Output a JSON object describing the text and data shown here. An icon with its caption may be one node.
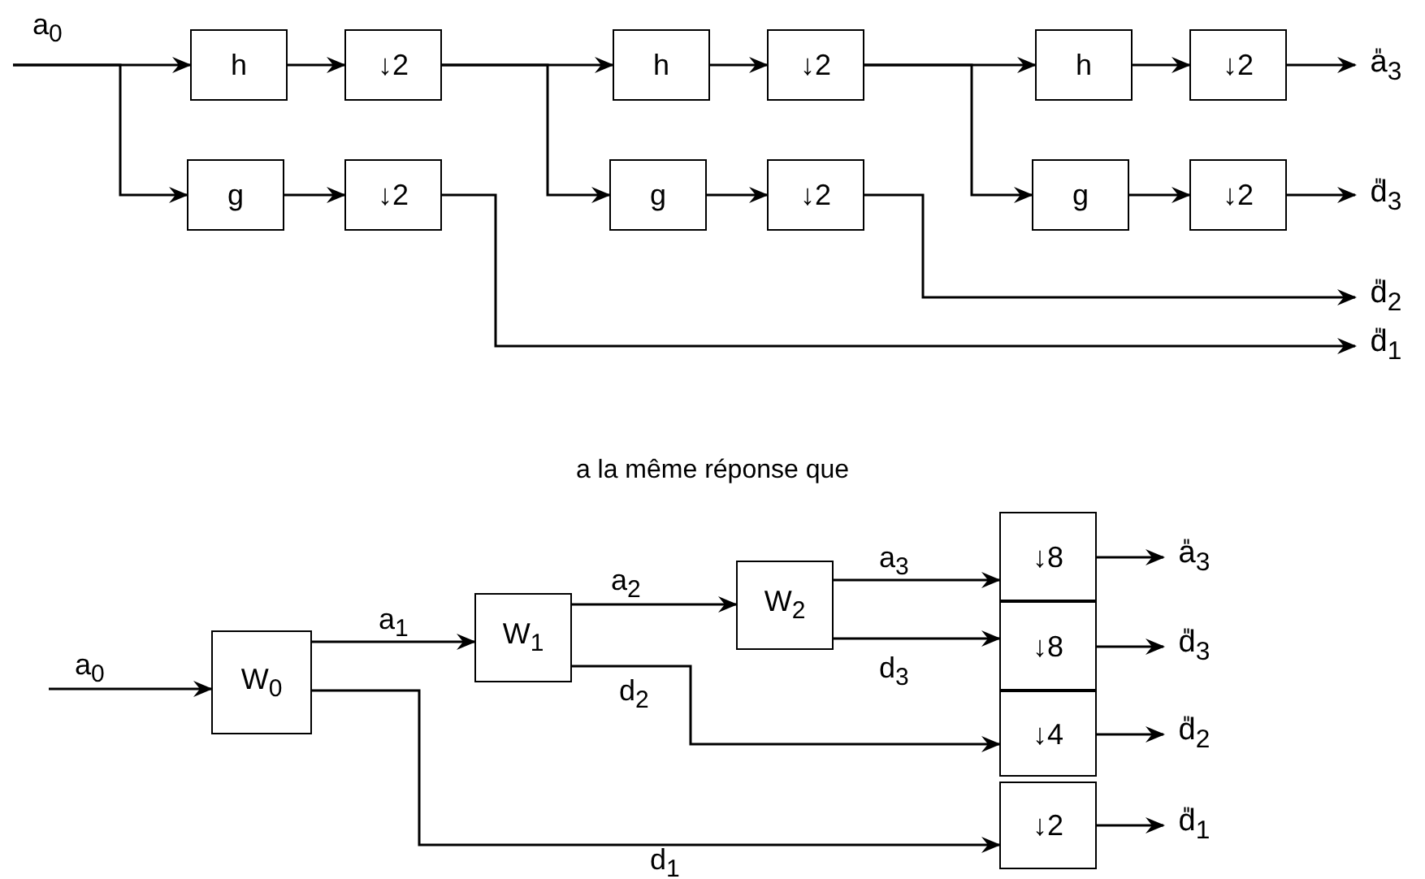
{
  "diagram": {
    "nodes": [
      {
        "text": [
          "h"
        ]
      },
      {
        "text": [
          "↓2"
        ]
      },
      {
        "text": [
          "g"
        ]
      },
      {
        "text": [
          "↓2"
        ]
      },
      {
        "text": [
          "h"
        ]
      },
      {
        "text": [
          "↓2"
        ]
      },
      {
        "text": [
          "g"
        ]
      },
      {
        "text": [
          "↓2"
        ]
      },
      {
        "text": [
          "h"
        ]
      },
      {
        "text": [
          "↓2"
        ]
      },
      {
        "text": [
          "g"
        ]
      },
      {
        "text": [
          "↓2"
        ]
      },
      {
        "text": [
          "a̎$_{3}$"
        ]
      },
      {
        "text": [
          "d̎$_{3}$"
        ]
      },
      {
        "text": [
          "d̎$_{2}$"
        ]
      },
      {
        "text": [
          "d̎$_{1}$"
        ]
      },
      {
        "text": [
          "W$_{0}$"
        ]
      },
      {
        "text": [
          "W$_{1}$"
        ]
      },
      {
        "text": [
          "W$_{2}$"
        ]
      },
      {
        "text": [
          "↓8"
        ]
      },
      {
        "text": [
          "↓8"
        ]
      },
      {
        "text": [
          "↓4"
        ]
      },
      {
        "text": [
          "↓2"
        ]
      },
      {
        "text": [
          "a̎$_{3}$"
        ]
      },
      {
        "text": [
          "d̎$_{3}$"
        ]
      },
      {
        "text": [
          "d̎$_{2}$"
        ]
      },
      {
        "text": [
          "d̎$_{1}$"
        ]
      }
    ],
    "edges": [
      {
        "from": null,
        "to": 0,
        "arrow": "to",
        "label": "a$_{0}$"
      },
      {
        "from": null,
        "to": 2,
        "arrow": "to"
      },
      {
        "from": 0,
        "to": 1,
        "arrow": "to"
      },
      {
        "from": 2,
        "to": 3,
        "arrow": "to"
      },
      {
        "from": 1,
        "to": 4,
        "arrow": "to"
      },
      {
        "from": 1,
        "to": 6,
        "arrow": "to"
      },
      {
        "from": 4,
        "to": 5,
        "arrow": "to"
      },
      {
        "from": 6,
        "to": 7,
        "arrow": "to"
      },
      {
        "from": 5,
        "to": 8,
        "arrow": "to"
      },
      {
        "from": 5,
        "to": 10,
        "arrow": "to"
      },
      {
        "from": 8,
        "to": 9,
        "arrow": "to"
      },
      {
        "from": 10,
        "to": 11,
        "arrow": "to"
      },
      {
        "from": 9,
        "to": 12,
        "arrow": "to"
      },
      {
        "from": 11,
        "to": 13,
        "arrow": "to"
      },
      {
        "from": 7,
        "to": 14,
        "arrow": "to"
      },
      {
        "from": 3,
        "to": 15,
        "arrow": "to"
      },
      {
        "from": null,
        "to": 16,
        "arrow": "to",
        "label": "a$_{0}$"
      },
      {
        "from": 16,
        "to": 17,
        "arrow": "to",
        "label": "a$_{1}$"
      },
      {
        "from": 17,
        "to": 18,
        "arrow": "to",
        "label": "a$_{2}$"
      },
      {
        "from": 18,
        "to": 19,
        "arrow": "to",
        "label": "a$_{3}$"
      },
      {
        "from": 18,
        "to": 20,
        "arrow": "to",
        "label": "d$_{3}$"
      },
      {
        "from": 17,
        "to": 21,
        "arrow": "to",
        "label": "d$_{2}$"
      },
      {
        "from": 16,
        "to": 22,
        "arrow": "to",
        "label": "d$_{1}$"
      },
      {
        "from": 19,
        "to": 23,
        "arrow": "to"
      },
      {
        "from": 20,
        "to": 24,
        "arrow": "to"
      },
      {
        "from": 21,
        "to": 25,
        "arrow": "to"
      },
      {
        "from": 22,
        "to": 26,
        "arrow": "to"
      }
    ],
    "labels": [
      "a la même réponse que"
    ]
  }
}
